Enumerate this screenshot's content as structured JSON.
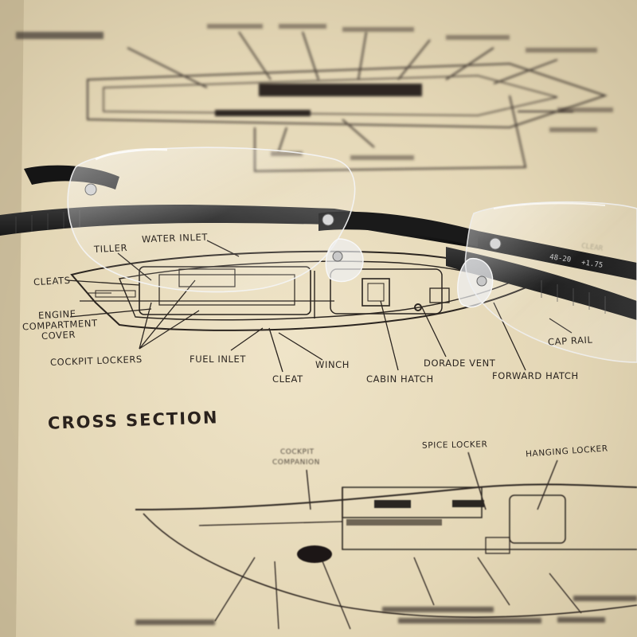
{
  "diagram_labels": {
    "tiller": "TILLER",
    "water_inlet": "WATER INLET",
    "cleats": "CLEATS",
    "engine_compartment_cover_1": "ENGINE",
    "engine_compartment_cover_2": "COMPARTMENT",
    "engine_compartment_cover_3": "COVER",
    "cockpit_lockers": "COCKPIT LOCKERS",
    "fuel_inlet": "FUEL INLET",
    "cleat": "CLEAT",
    "winch": "WINCH",
    "cabin_hatch": "CABIN HATCH",
    "dorade_vent": "DORADE VENT",
    "forward_hatch": "FORWARD HATCH",
    "cap_rail": "CAP RAIL"
  },
  "cross_section": {
    "heading": "CROSS SECTION",
    "cockpit_label_1": "COCKPIT",
    "cockpit_label_2": "COMPANION",
    "spice_locker": "SPICE LOCKER",
    "hanging_locker": "HANGING LOCKER"
  },
  "glasses": {
    "temple_marking_1": "48-20",
    "temple_marking_2": "+1.75",
    "temple_marking_3": "CLEAR"
  },
  "colors": {
    "paper": "#e9dec1",
    "ink": "#2b2520",
    "frame": "#151515"
  }
}
